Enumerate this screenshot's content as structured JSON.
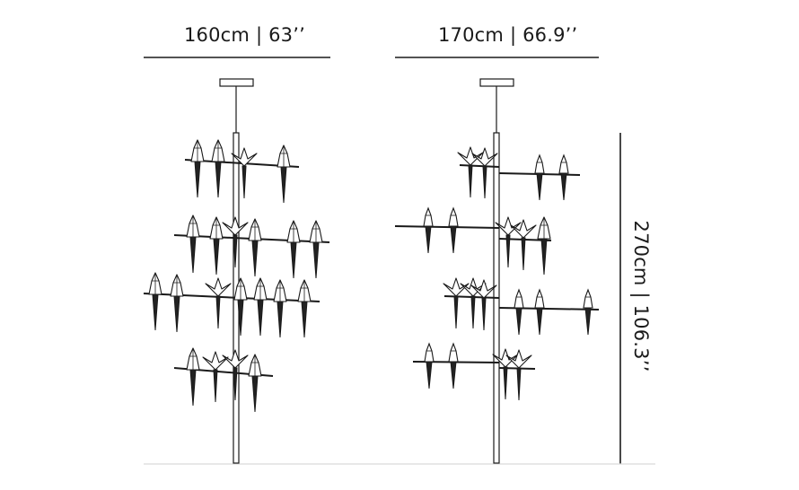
{
  "dimensions": {
    "left_width": "160cm | 63’’",
    "right_width": "170cm | 66.9’’",
    "height": "270cm | 106.3’’"
  },
  "colors": {
    "line": "#1a1a1a",
    "floor": "#d9d9d9"
  },
  "icons": {
    "bird": "origami-bird-icon",
    "canopy": "ceiling-canopy-icon"
  }
}
